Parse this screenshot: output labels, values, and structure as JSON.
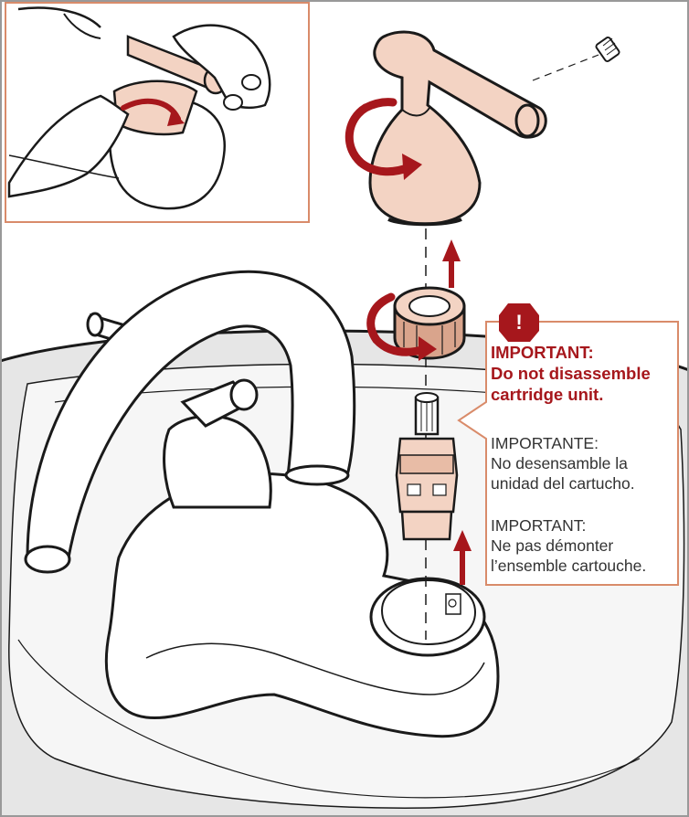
{
  "warning": {
    "icon": "exclamation-icon",
    "icon_glyph": "!",
    "title_en_line1": "IMPORTANT:",
    "title_en_line2": "Do not disassemble",
    "title_en_line3": "cartridge unit.",
    "es_line1": "IMPORTANTE:",
    "es_line2": "No desensamble la",
    "es_line3": "unidad del cartucho.",
    "fr_line1": "IMPORTANT:",
    "fr_line2": "Ne pas démonter",
    "fr_line3": "l’ensemble cartouche."
  },
  "colors": {
    "accent_red": "#a6171c",
    "copper_fill": "#f3d3c3",
    "copper_dark": "#b87a60",
    "outline": "#1a1a1a",
    "frame_border": "#999999",
    "inset_border": "#d98b6a",
    "sink_gray": "#e6e6e6"
  },
  "icons": [
    "exclamation-icon",
    "rotate-arrow-icon",
    "up-arrow-icon"
  ]
}
